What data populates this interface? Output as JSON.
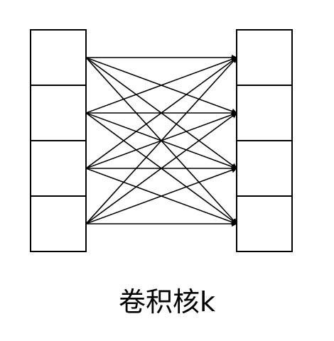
{
  "diagram": {
    "caption": "卷积核k",
    "left_column": {
      "cells": 4
    },
    "right_column": {
      "cells": 4
    },
    "connections": "fully-connected",
    "colors": {
      "stroke": "#000000",
      "background": "#ffffff"
    }
  }
}
